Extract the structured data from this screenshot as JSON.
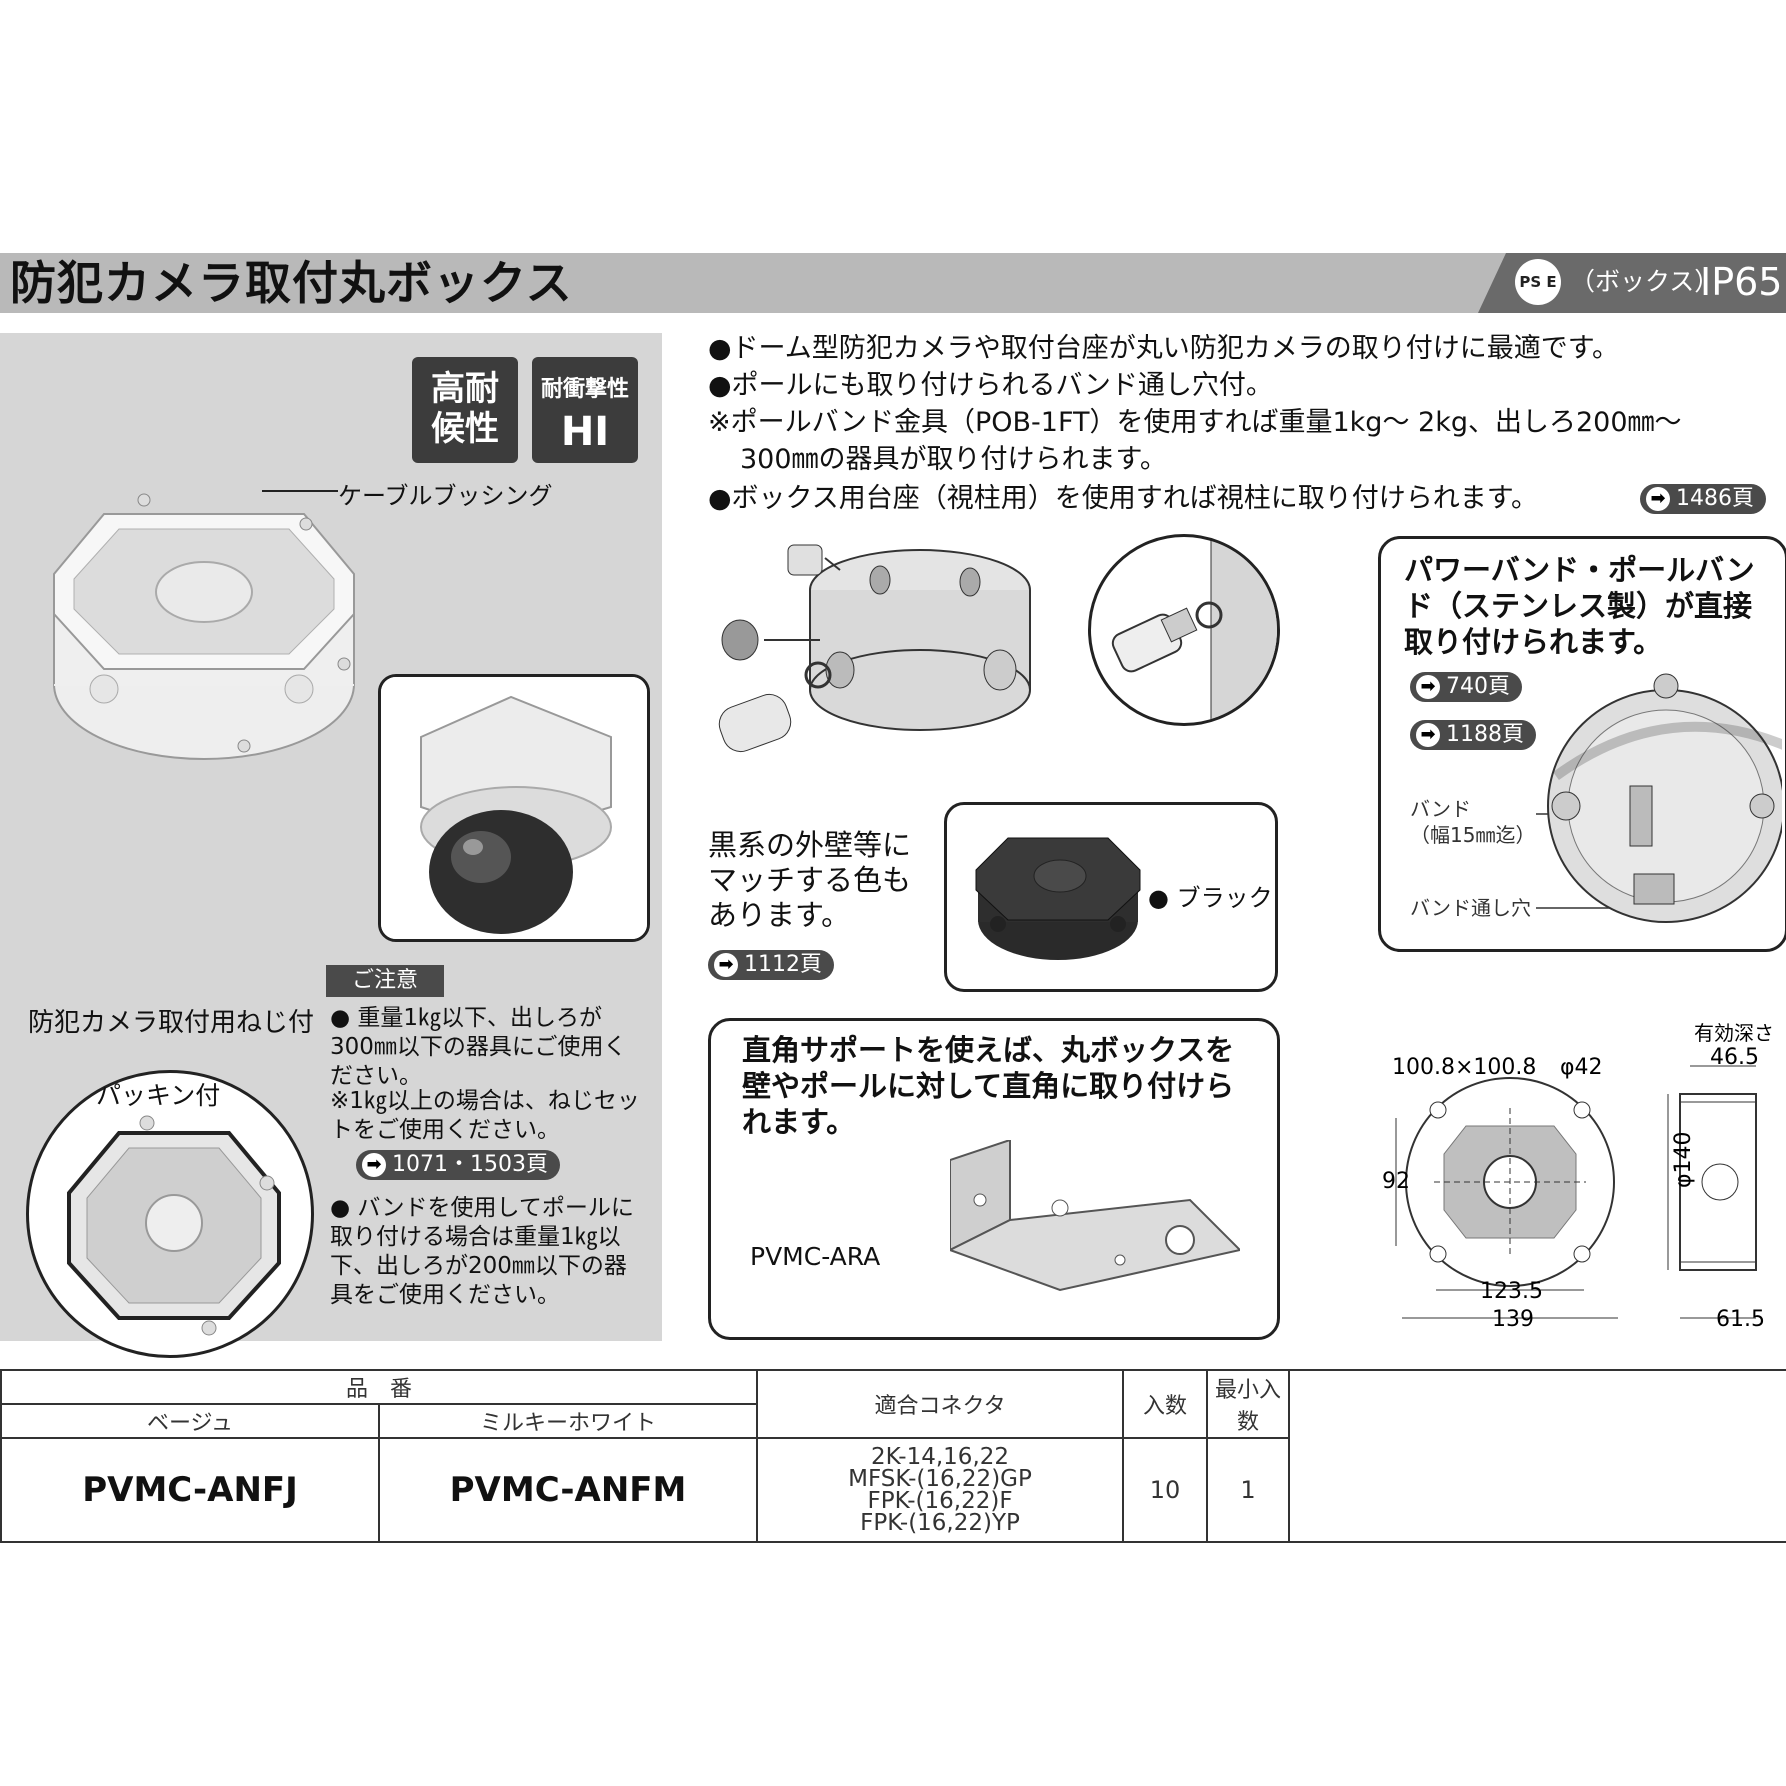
{
  "header": {
    "title": "防犯カメラ取付丸ボックス",
    "pse_mark": "PS E",
    "box_note": "（ボックス）",
    "ip_rating": "IP65"
  },
  "badges": {
    "weather_line1": "高耐",
    "weather_line2": "候性",
    "impact_top": "耐衝撃性",
    "impact_bottom": "HI"
  },
  "left": {
    "cable_label": "ケーブルブッシング",
    "screw_label": "防犯カメラ取付用ねじ付",
    "gasket_label": "パッキン付",
    "caution_tag": "ご注意",
    "caution_1": "● 重量1㎏以下、出しろが300㎜以下の器具にご使用ください。",
    "caution_2": "※1㎏以上の場合は、ねじセットをご使用ください。",
    "ref_1071": "1071・1503頁",
    "caution_3": "● バンドを使用してポールに取り付ける場合は重量1㎏以下、出しろが200㎜以下の器具をご使用ください。"
  },
  "features": {
    "f1": "●ドーム型防犯カメラや取付台座が丸い防犯カメラの取り付けに最適です。",
    "f2": "●ポールにも取り付けられるバンド通し穴付。",
    "f3": "※ポールバンド金具（POB-1FT）を使用すれば重量1kg～ 2kg、出しろ200㎜～",
    "f3b": "300㎜の器具が取り付けられます。",
    "f4": "●ボックス用台座（視柱用）を使用すれば視柱に取り付けられます。",
    "ref_1486": "1486頁"
  },
  "band": {
    "text": "パワーバンド・ポールバンド（ステンレス製）が直接取り付けられます。",
    "ref_740": "740頁",
    "ref_1188": "1188頁",
    "band_label_1": "バンド",
    "band_label_2": "（幅15㎜迄）",
    "hole_label": "バンド通し穴"
  },
  "black": {
    "text": "黒系の外壁等にマッチする色もあります。",
    "ref_1112": "1112頁",
    "label": "● ブラック"
  },
  "support": {
    "text": "直角サポートを使えば、丸ボックスを壁やポールに対して直角に取り付けられます。",
    "model": "PVMC-ARA"
  },
  "dimensions": {
    "square": "100.8×100.8",
    "hole": "φ42",
    "height_92": "92",
    "width_1235": "123.5",
    "width_139": "139",
    "depth_label": "有効深さ",
    "depth": "46.5",
    "dia_140": "φ140",
    "side_615": "61.5"
  },
  "table": {
    "header_part": "品　番",
    "header_beige": "ベージュ",
    "header_white": "ミルキーホワイト",
    "header_connector": "適合コネクタ",
    "header_qty": "入数",
    "header_min": "最小入数",
    "model_beige": "PVMC-ANFJ",
    "model_white": "PVMC-ANFM",
    "conn_1": "2K-14,16,22",
    "conn_2": "MFSK-(16,22)GP",
    "conn_3": "FPK-(16,22)F",
    "conn_4": "FPK-(16,22)YP",
    "qty": "10",
    "min_qty": "1"
  },
  "icons": {
    "arrow": "➡"
  }
}
